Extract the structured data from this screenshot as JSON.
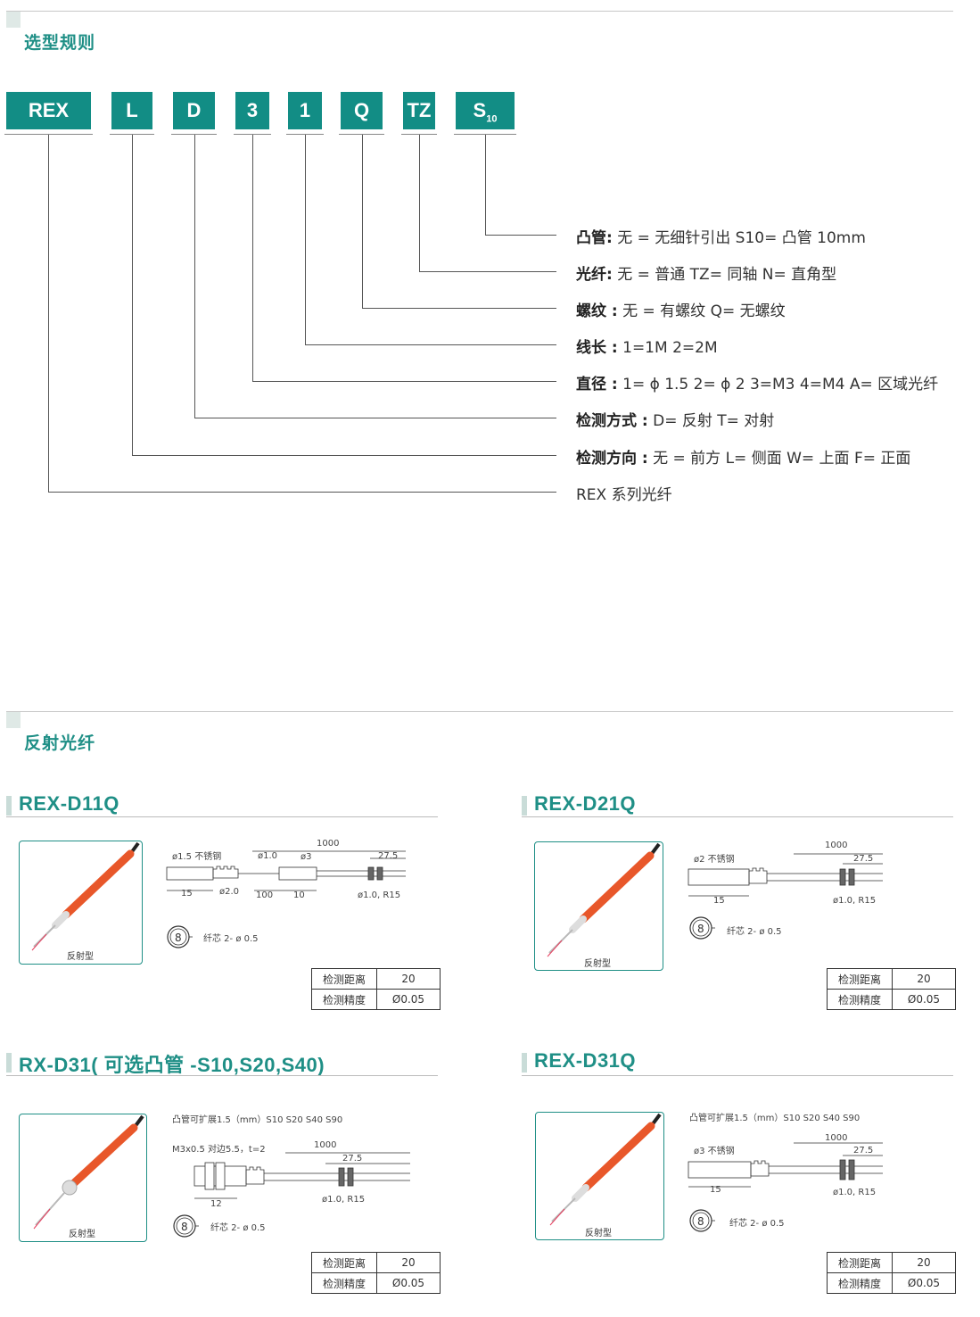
{
  "sections": {
    "selection_title": "选型规则",
    "reflect_title": "反射光纤"
  },
  "code": {
    "boxes": [
      "REX",
      "L",
      "D",
      "3",
      "1",
      "Q",
      "TZ",
      "S",
      "10"
    ]
  },
  "rules": [
    {
      "label": "凸管:",
      "text": " 无 = 无细针引出 S10= 凸管 10mm"
    },
    {
      "label": "光纤:",
      "text": " 无 = 普通 TZ= 同轴 N= 直角型"
    },
    {
      "label": "螺纹 :",
      "text": " 无 = 有螺纹 Q= 无螺纹"
    },
    {
      "label": "线长 :",
      "text": " 1=1M 2=2M"
    },
    {
      "label": "直径 :",
      "text": " 1= ϕ 1.5 2= ϕ 2 3=M3 4=M4 A= 区域光纤"
    },
    {
      "label": "检测方式 :",
      "text": " D= 反射 T= 对射"
    },
    {
      "label": "检测方向 :",
      "text": " 无 = 前方 L= 侧面 W= 上面 F= 正面"
    },
    {
      "label": "",
      "text": "REX 系列光纤"
    }
  ],
  "products": [
    {
      "title": "REX-D11Q",
      "caption": "反射型",
      "notes": [
        "ø1.5  不锈钢",
        "1000",
        "ø1.0",
        "ø3",
        "27.5",
        "15",
        "ø2.0",
        "100",
        "10",
        "ø1.0, R15",
        "纤芯 2- ø 0.5"
      ],
      "spec": [
        [
          "检测距离",
          "20"
        ],
        [
          "检测精度",
          "Ø0.05"
        ]
      ]
    },
    {
      "title": "REX-D21Q",
      "caption": "反射型",
      "notes": [
        "ø2 不锈钢",
        "1000",
        "27.5",
        "15",
        "ø1.0,  R15",
        "纤芯 2- ø 0.5"
      ],
      "spec": [
        [
          "检测距离",
          "20"
        ],
        [
          "检测精度",
          "Ø0.05"
        ]
      ]
    },
    {
      "title": "RX-D31( 可选凸管 -S10,S20,S40)",
      "caption": "反射型",
      "notes": [
        "凸管可扩展1.5（mm）S10   S20   S40   S90",
        "M3x0.5  对边5.5，t=2",
        "1000",
        "27.5",
        "12",
        "ø1.0,  R15",
        "纤芯 2- ø 0.5"
      ],
      "spec": [
        [
          "检测距离",
          "20"
        ],
        [
          "检测精度",
          "Ø0.05"
        ]
      ]
    },
    {
      "title": "REX-D31Q",
      "caption": "反射型",
      "notes": [
        "凸管可扩展1.5（mm）S10   S20   S40   S90",
        "ø3 不锈钢",
        "1000",
        "27.5",
        "15",
        "ø1.0,  R15",
        "纤芯 2- ø 0.5"
      ],
      "spec": [
        [
          "检测距离",
          "20"
        ],
        [
          "检测精度",
          "Ø0.05"
        ]
      ]
    }
  ],
  "colors": {
    "accent": "#128d85",
    "title": "#1f8f86",
    "fiber": "#e8572a"
  }
}
